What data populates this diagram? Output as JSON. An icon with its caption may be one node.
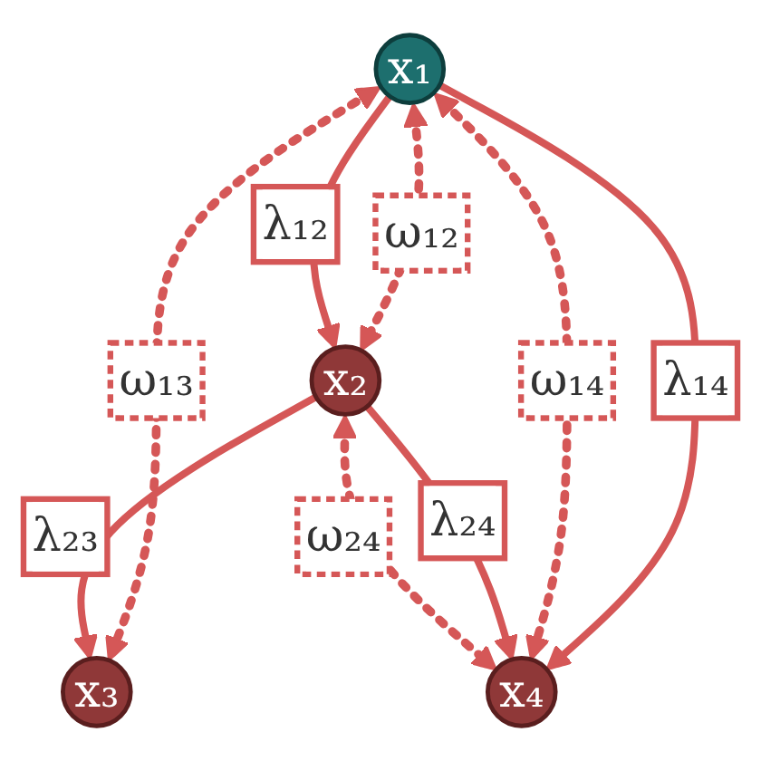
{
  "diagram": {
    "nodes": [
      {
        "text": [
          "x₁"
        ]
      },
      {
        "text": [
          "x₂"
        ]
      },
      {
        "text": [
          "x₃"
        ]
      },
      {
        "text": [
          "x₄"
        ]
      }
    ],
    "edges": [
      {
        "from": 0,
        "to": 1,
        "arrow": "both",
        "label": "ω₁₂",
        "style": "dashed"
      },
      {
        "from": 0,
        "to": 1,
        "arrow": "to",
        "label": "λ₁₂"
      },
      {
        "from": 0,
        "to": 2,
        "arrow": "both",
        "label": "ω₁₃",
        "style": "dashed"
      },
      {
        "from": 0,
        "to": 3,
        "arrow": "to",
        "label": "λ₁₄"
      },
      {
        "from": 1,
        "to": 2,
        "arrow": "to",
        "label": "λ₂₃"
      },
      {
        "from": 0,
        "to": 3,
        "arrow": "both",
        "label": "ω₁₄",
        "style": "dashed"
      },
      {
        "from": 1,
        "to": 3,
        "arrow": "to",
        "label": "λ₂₄"
      },
      {
        "from": 1,
        "to": 3,
        "arrow": "both",
        "label": "ω₂₄",
        "style": "dashed"
      }
    ]
  }
}
